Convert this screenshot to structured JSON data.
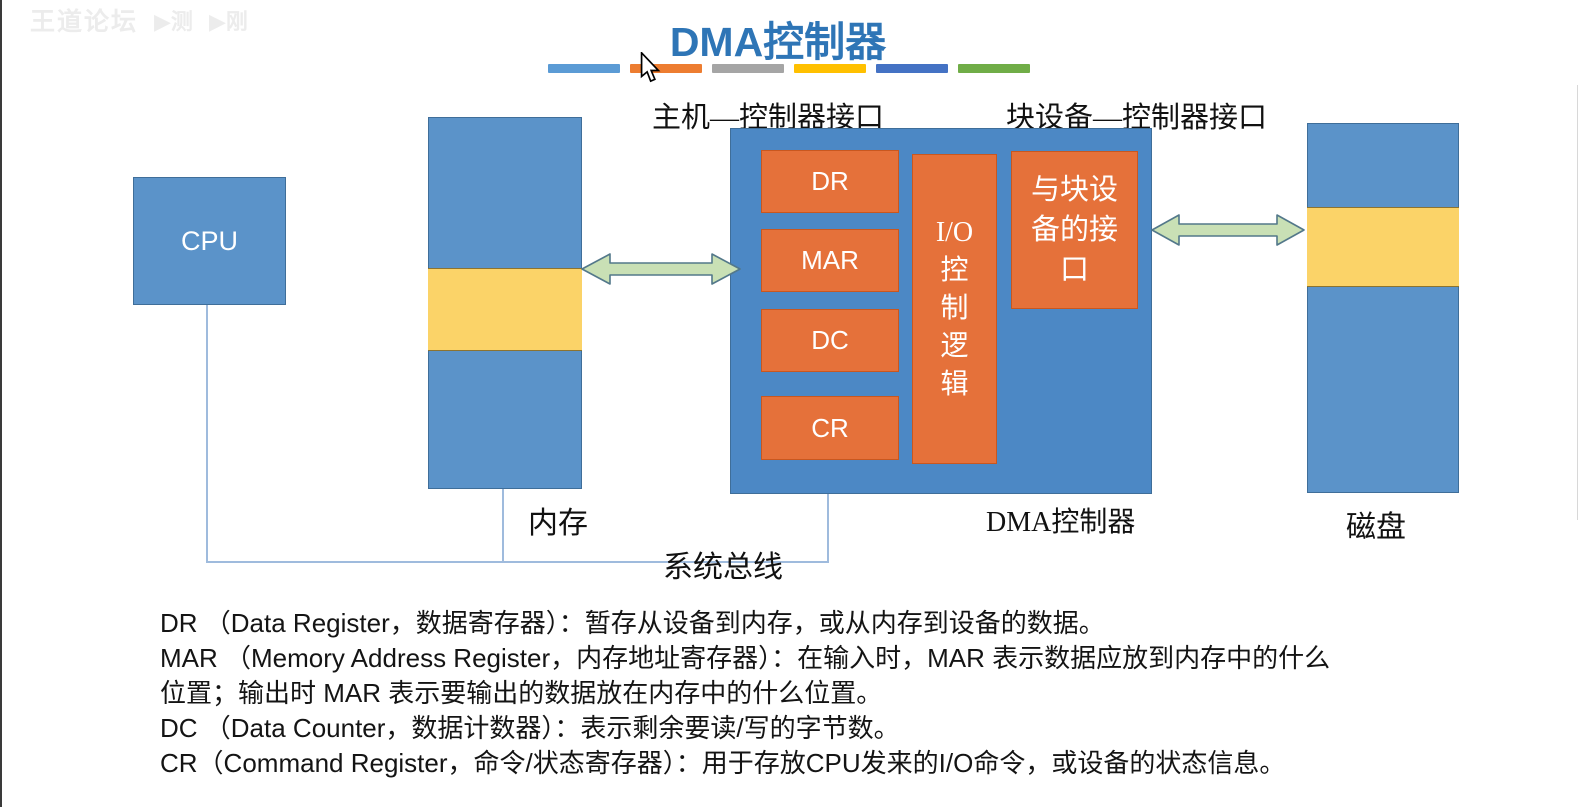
{
  "watermark": {
    "text": "王道论坛",
    "icons": [
      "▶测",
      "▶刚"
    ]
  },
  "title": "DMA控制器",
  "accent_colors": [
    "#5B9BD5",
    "#ED7D31",
    "#A5A5A5",
    "#FFC000",
    "#4472C4",
    "#70AD47"
  ],
  "interface_labels": {
    "host": "主机—控制器接口",
    "device": "块设备—控制器接口"
  },
  "diagram": {
    "cpu": "CPU",
    "registers": [
      "DR",
      "MAR",
      "DC",
      "CR"
    ],
    "io_logic": [
      "I/O",
      "控",
      "制",
      "逻",
      "辑"
    ],
    "device_interface": [
      "与块设",
      "备的接",
      "口"
    ],
    "memory_label": "内存",
    "bus_label": "系统总线",
    "dma_label": "DMA控制器",
    "disk_label": "磁盘"
  },
  "colors": {
    "title": "#2E75B6",
    "box_blue": "#5B93C9",
    "dma_blue": "#4C88C5",
    "yellow": "#FBD368",
    "orange": "#E5713A",
    "arrow_green_fill": "#C9E0B5",
    "arrow_green_stroke": "#53788A",
    "bus_line": "#9FBBDD"
  },
  "notes": [
    "DR （Data Register，数据寄存器）：暂存从设备到内存，或从内存到设备的数据。",
    "MAR （Memory Address Register，内存地址寄存器）：在输入时，MAR 表示数据应放到内存中的什么",
    "位置；输出时 MAR 表示要输出的数据放在内存中的什么位置。",
    "DC （Data Counter，数据计数器）：表示剩余要读/写的字节数。",
    "CR（Command Register，命令/状态寄存器）：用于存放CPU发来的I/O命令，或设备的状态信息。"
  ]
}
